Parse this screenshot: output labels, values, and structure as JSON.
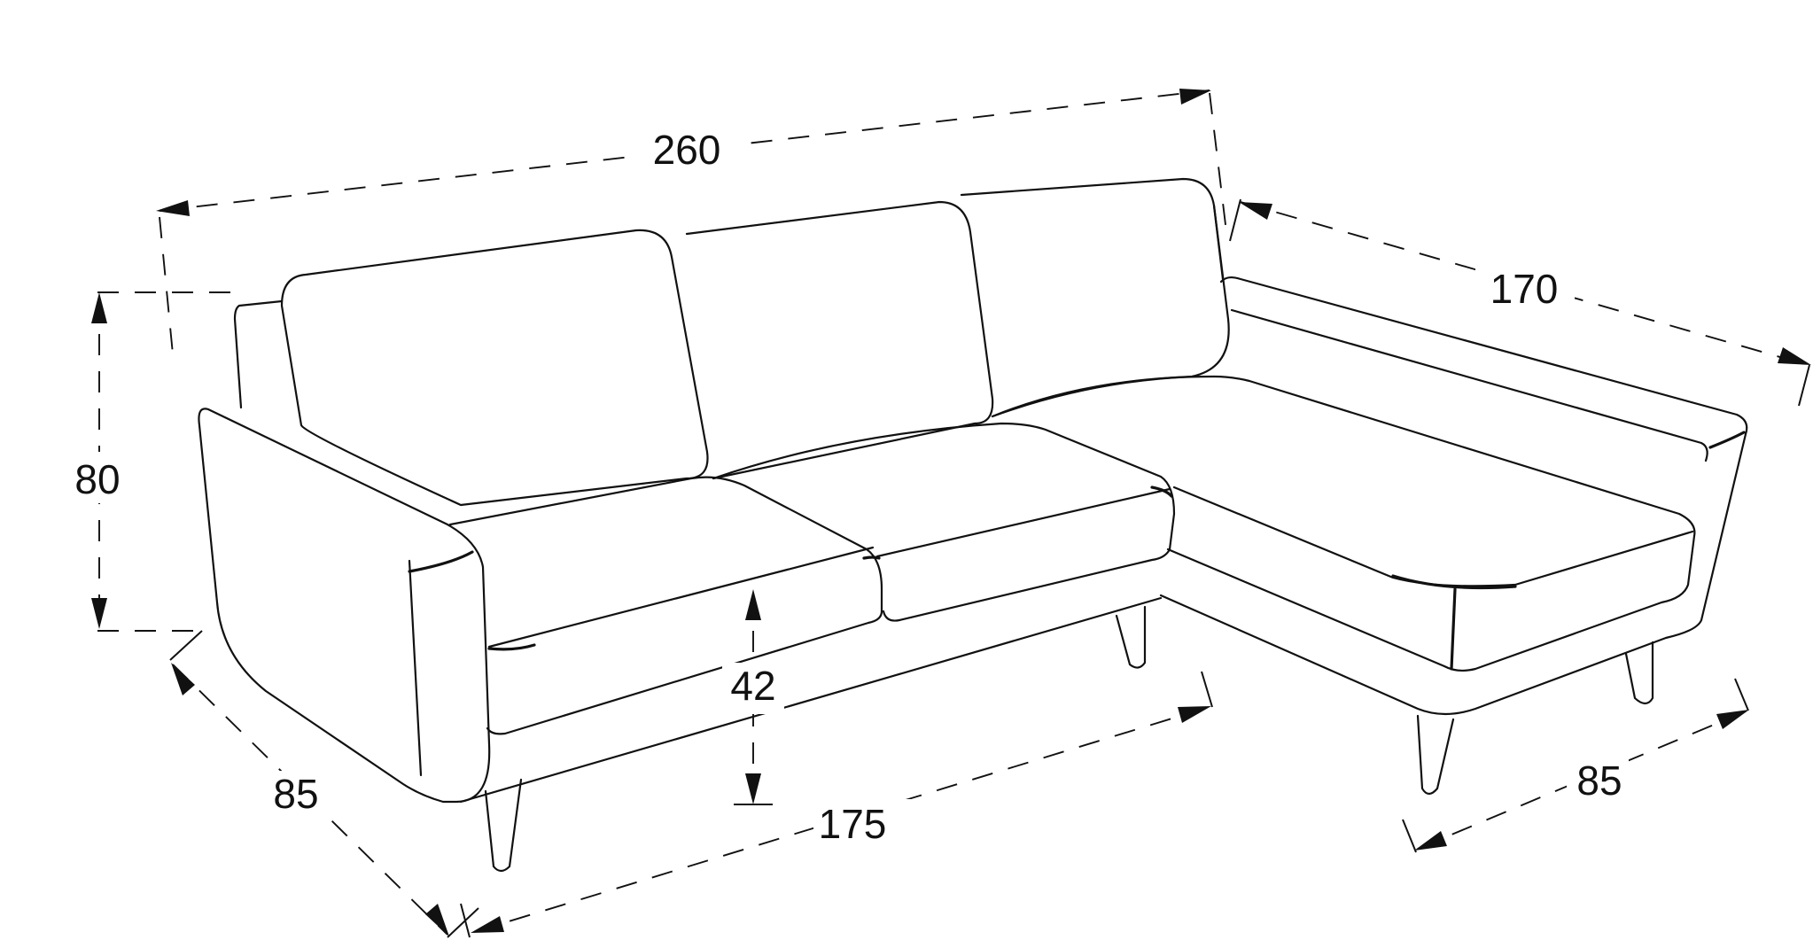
{
  "figure": {
    "line_color": "#111111",
    "background": "#ffffff"
  },
  "dimensions": {
    "total_width": "260",
    "chaise_length": "170",
    "height": "80",
    "depth": "85",
    "seat_height": "42",
    "sofa_width": "175",
    "chaise_depth": "85"
  }
}
